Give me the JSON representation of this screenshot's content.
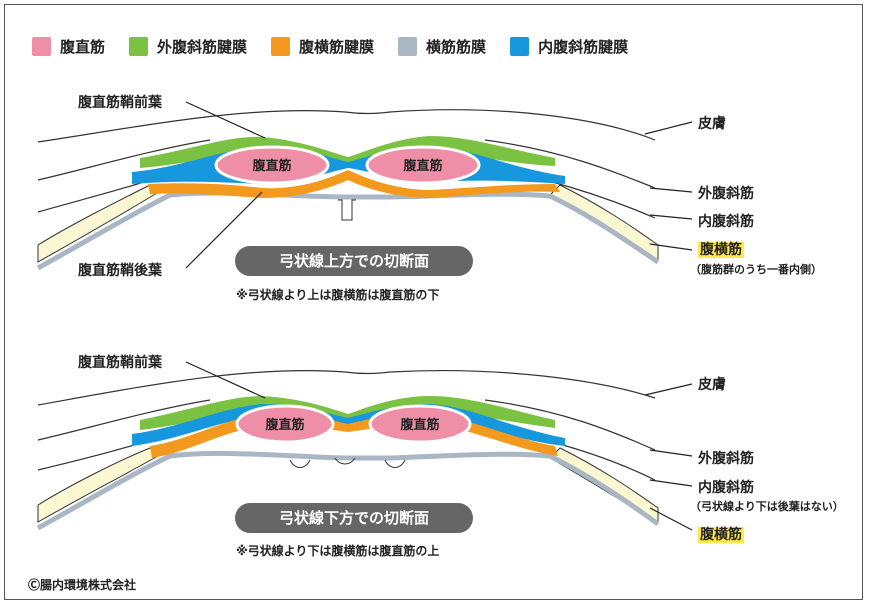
{
  "legend": [
    {
      "label": "腹直筋",
      "color": "#ee8fa7"
    },
    {
      "label": "外腹斜筋腱膜",
      "color": "#7bc142"
    },
    {
      "label": "腹横筋腱膜",
      "color": "#f39a1e"
    },
    {
      "label": "横筋筋膜",
      "color": "#a9b7c4"
    },
    {
      "label": "内腹斜筋腱膜",
      "color": "#1797dd"
    }
  ],
  "colors": {
    "skin_line": "#333333",
    "fat_fill": "#fbf7d2",
    "pill_bg": "#666666",
    "highlight": "#ffe94a"
  },
  "top": {
    "anterior_sheath": "腹直筋鞘前葉",
    "posterior_sheath": "腹直筋鞘後葉",
    "muscle_left": "腹直筋",
    "muscle_right": "腹直筋",
    "skin": "皮膚",
    "external_oblique": "外腹斜筋",
    "internal_oblique": "内腹斜筋",
    "transversus": "腹横筋",
    "transversus_note": "（腹筋群のうち一番内側）",
    "title": "弓状線上方での切断面",
    "caption": "※弓状線より上は腹横筋は腹直筋の下"
  },
  "bottom": {
    "anterior_sheath": "腹直筋鞘前葉",
    "muscle_left": "腹直筋",
    "muscle_right": "腹直筋",
    "skin": "皮膚",
    "external_oblique": "外腹斜筋",
    "internal_oblique": "内腹斜筋",
    "internal_oblique_note": "（弓状線より下は後葉はない）",
    "transversus": "腹横筋",
    "title": "弓状線下方での切断面",
    "caption": "※弓状線より下は腹横筋は腹直筋の上"
  },
  "copyright": "Ⓒ腸内環境株式会社"
}
